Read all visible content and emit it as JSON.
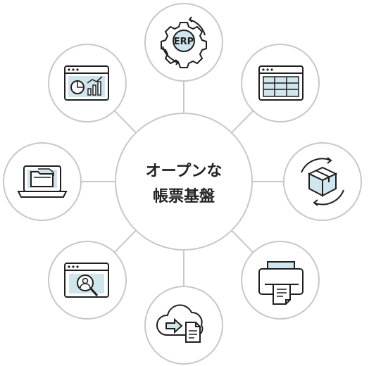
{
  "center": {
    "line1": "オープンな",
    "line2": "帳票基盤"
  },
  "satellites": [
    {
      "icon": "erp-gear-icon",
      "label": "ERP"
    },
    {
      "icon": "table-window-icon"
    },
    {
      "icon": "package-cycle-icon"
    },
    {
      "icon": "printer-icon"
    },
    {
      "icon": "cloud-transfer-icon"
    },
    {
      "icon": "search-user-window-icon"
    },
    {
      "icon": "laptop-folder-icon"
    },
    {
      "icon": "analytics-window-icon"
    }
  ],
  "colors": {
    "circle_stroke": "#c8c8c8",
    "icon_stroke": "#1f1f1f",
    "icon_fill": "#cfe6ec",
    "text": "#222222"
  }
}
